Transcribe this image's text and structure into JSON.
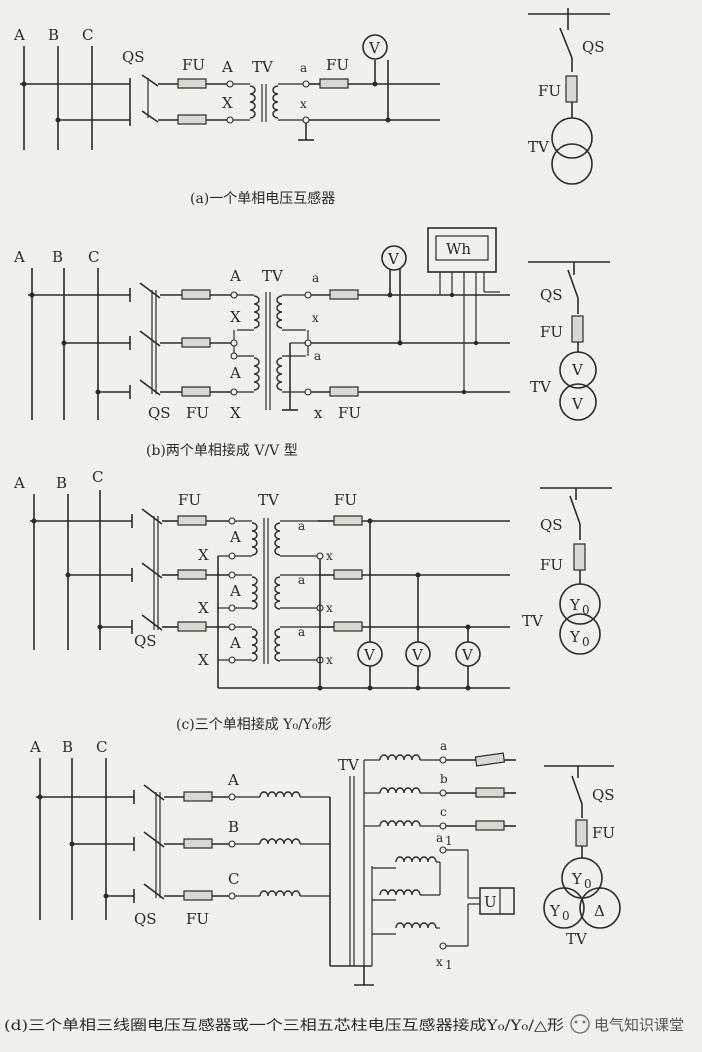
{
  "phases": [
    "A",
    "B",
    "C"
  ],
  "labels": {
    "qs": "QS",
    "fu": "FU",
    "tv": "TV",
    "v": "V",
    "wh": "Wh",
    "u": "U",
    "a_upper": "A",
    "x_upper": "X",
    "b_upper": "B",
    "c_upper": "C",
    "a_lower": "a",
    "x_lower": "x",
    "b_lower": "b",
    "c_lower": "c",
    "a1": "a",
    "x1": "x",
    "sub1": "1",
    "y0": "Y",
    "sub0": "0",
    "delta": "Δ"
  },
  "captions": {
    "a": "(a)一个单相电压互感器",
    "b": "(b)两个单相接成 V/V 型",
    "c": "(c)三个单相接成 Y₀/Y₀形",
    "d": "(d)三个单相三线圈电压互感器或一个三相五芯柱电压互感器接成Y₀/Y₀/△形"
  },
  "watermark": "电气知识课堂"
}
